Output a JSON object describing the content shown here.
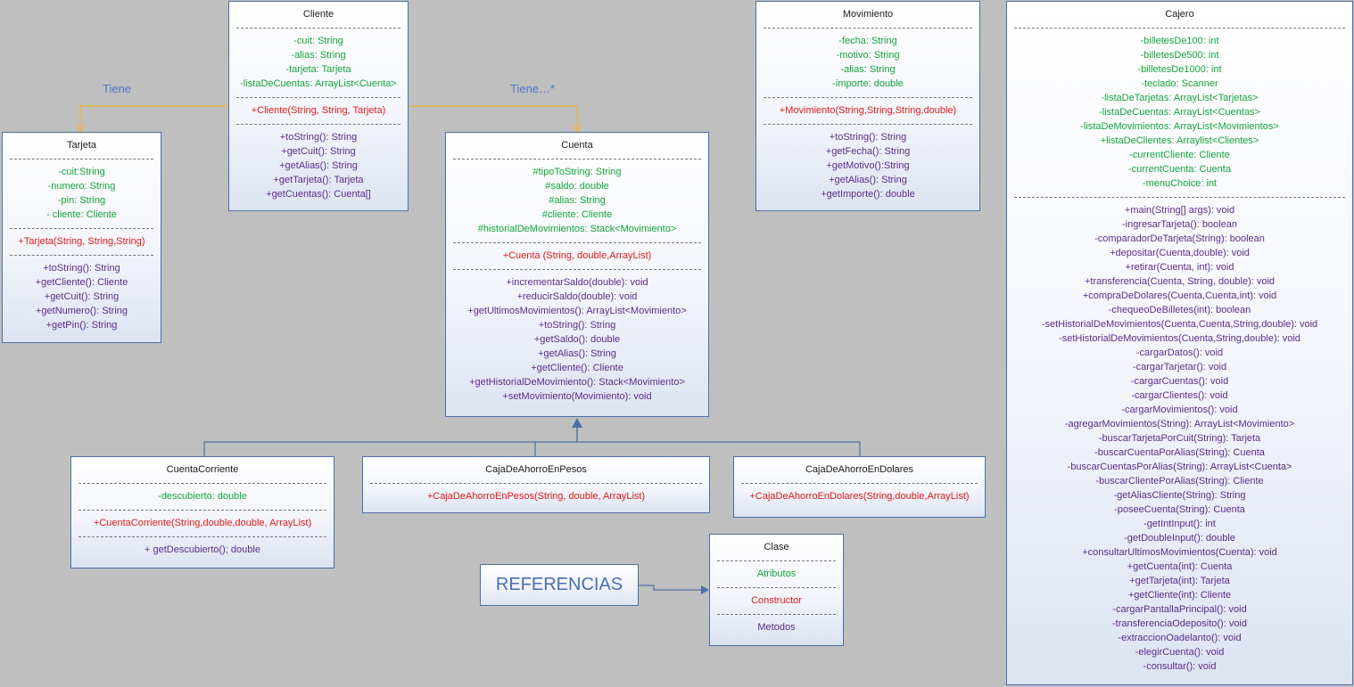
{
  "colors": {
    "background": "#bfbfbf",
    "border": "#4f6fa7",
    "attribute": "#15a33a",
    "constructor": "#e01a1a",
    "method": "#5c2c8a",
    "connector_orange": "#f0b437",
    "connector_blue": "#4f6fa7",
    "relation_label": "#4f73c4"
  },
  "classes": {
    "cliente": {
      "name": "Cliente",
      "attributes": [
        "-cuit: String",
        "-alias: String",
        "-tarjeta: Tarjeta",
        "-listaDeCuentas: ArrayList<Cuenta>"
      ],
      "constructors": [
        "+Cliente(String, String, Tarjeta)"
      ],
      "methods": [
        "+toString(): String",
        "+getCuit(): String",
        "+getAlias(): String",
        "+getTarjeta(): Tarjeta",
        "+getCuentas(): Cuenta[]"
      ]
    },
    "tarjeta": {
      "name": "Tarjeta",
      "attributes": [
        "-cuit:String",
        "-numero: String",
        "-pin: String",
        "- cliente: Cliente"
      ],
      "constructors": [
        "+Tarjeta(String, String,String)"
      ],
      "methods": [
        "+toString(): String",
        "+getCliente(): Cliente",
        "+getCuit(): String",
        "+getNumero(): String",
        "+getPin(): String"
      ]
    },
    "movimiento": {
      "name": "Movimiento",
      "attributes": [
        "-fecha: String",
        "-motivo: String",
        "-alias: String",
        "-importe: double"
      ],
      "constructors": [
        "+Movimiento(String,String,String,double)"
      ],
      "methods": [
        "+toString(): String",
        "+getFecha(): String",
        "+getMotivo():String",
        "+getAlias(): String",
        "+getImporte(): double"
      ]
    },
    "cuenta": {
      "name": "Cuenta",
      "attributes": [
        "#tipoToString: String",
        "#saldo: double",
        "#alias: String",
        "#cliente: Cliente",
        "#historialDeMovimientos: Stack<Movimiento>"
      ],
      "constructors": [
        "+Cuenta (String, double,ArrayList)"
      ],
      "methods": [
        "+incrementarSaldo(double): void",
        "+reducirSaldo(double): void",
        "+getUltimosMovimientos(): ArrayList<Movimiento>",
        "+toString(): String",
        "+getSaldo(): double",
        "+getAlias(): String",
        "+getCliente(): Cliente",
        "+getHistorialDeMovimiento(): Stack<Movimiento>",
        "+setMovimiento(Movimiento): void"
      ]
    },
    "cajero": {
      "name": "Cajero",
      "attributes": [
        "-billetesDe100: int",
        "-billetesDe500: int",
        "-billetesDe1000: int",
        "-teclado: Scanner",
        "-listaDeTarjetas: ArrayList<Tarjetas>",
        "-listaDeCuentas: ArrayList<Cuentas>",
        "-listaDeMovimientos: ArrayList<Movimientos>",
        "+listaDeClientes: Arraylist<Clientes>",
        "-currentCliente: Cliente",
        "-currentCuenta: Cuenta",
        "-menuChoice: int"
      ],
      "constructors": [],
      "methods": [
        "+main(String[] args): void",
        "-ingresarTarjeta(): boolean",
        "-comparadorDeTarjeta(String): boolean",
        "+depositar(Cuenta,double): void",
        "+retirar(Cuenta, int): void",
        "+transferencia(Cuenta, String, double): void",
        "+compraDeDolares(Cuenta,Cuenta,int): void",
        "-chequeoDeBilletes(int): boolean",
        "-setHistorialDeMovimientos(Cuenta,Cuenta,String,double): void",
        "-setHistorialDeMovimientos(Cuenta,String,double): void",
        "-cargarDatos(): void",
        "-cargarTarjetar(): void",
        "-cargarCuentas(): void",
        "-cargarClientes(): void",
        "-cargarMovimientos(): void",
        "-agregarMovimientos(String): ArrayList<Movimiento>",
        "-buscarTarjetaPorCuit(String): Tarjeta",
        "-buscarCuentaPorAlias(String): Cuenta",
        "-buscarCuentasPorAlias(String): ArrayList<Cuenta>",
        "-buscarClientePorAlias(String): Cliente",
        "-getAliasCliente(String): String",
        "-poseeCuenta(String): Cuenta",
        "-getIntInput(): int",
        "-getDoubleInput(): double",
        "+consultarUltimosMovimientos(Cuenta): void",
        "+getCuenta(int): Cuenta",
        "+getTarjeta(int): Tarjeta",
        "+getCliente(int): Cliente",
        "-cargarPantallaPrincipal(): void",
        "-transferenciaOdeposito(): void",
        "-extraccionOadelanto(): void",
        "-elegirCuenta(): void",
        "-consultar(): void"
      ]
    },
    "cuentaCorriente": {
      "name": "CuentaCorriente",
      "attributes": [
        "-descubierto: double"
      ],
      "constructors": [
        "+CuentaCorriente(String,double,double, ArrayList)"
      ],
      "methods": [
        "+ getDescubierto(); double"
      ]
    },
    "cajaPesos": {
      "name": "CajaDeAhorroEnPesos",
      "attributes": [],
      "constructors": [
        "+CajaDeAhorroEnPesos(String, double, ArrayList)"
      ],
      "methods": []
    },
    "cajaDolares": {
      "name": "CajaDeAhorroEnDolares",
      "attributes": [],
      "constructors": [
        "+CajaDeAhorroEnDolares(String,double,ArrayList)"
      ],
      "methods": []
    },
    "clase": {
      "name": "Clase",
      "attributes": [
        "Atributos"
      ],
      "constructors": [
        "Constructor"
      ],
      "methods": [
        "Metodos"
      ]
    }
  },
  "relations": {
    "tiene": "Tiene",
    "tiene_many": "Tiene…*"
  },
  "legend": {
    "referencias": "REFERENCIAS"
  }
}
